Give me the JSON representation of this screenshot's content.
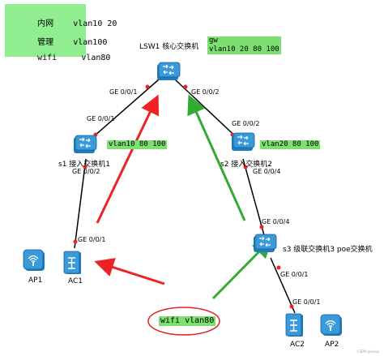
{
  "legend": {
    "rows": [
      {
        "name": "内网",
        "value": "vlan10 20"
      },
      {
        "name": "管理",
        "value": "vlan100"
      },
      {
        "name": "wifi",
        "value": "vlan80"
      }
    ]
  },
  "nodes": {
    "lsw1": {
      "label": "LSW1 核心交换机"
    },
    "s1": {
      "label": "s1 接入交换机1",
      "vlan_tag": "vlan10 80 100"
    },
    "s2": {
      "label": "s2 接入交换机2",
      "vlan_tag": "vlan20 80 100"
    },
    "s3": {
      "label": "s3 级联交换机3 poe交换机"
    },
    "ac1": {
      "label": "AC1"
    },
    "ac2": {
      "label": "AC2"
    },
    "ap1": {
      "label": "AP1"
    },
    "ap2": {
      "label": "AP2"
    }
  },
  "gw_tag": {
    "line1": "gw",
    "line2": "vlan10 20 80 100"
  },
  "ports": {
    "lsw1_left": "GE 0/0/1",
    "lsw1_right": "GE 0/0/2",
    "s1_up": "GE 0/0/1",
    "s1_down": "GE 0/0/2",
    "s2_up": "GE 0/0/2",
    "s2_down": "GE 0/0/4",
    "s3_up": "GE 0/0/4",
    "s3_down": "GE 0/0/1",
    "ac1_up": "GE 0/0/1",
    "ac2_up": "GE 0/0/1"
  },
  "wifi_bubble": "wifi vlan80",
  "watermark": "CSDN @sleep",
  "colors": {
    "legend_bg": "#90ee90",
    "tag_bg": "#7ddf6f",
    "red_arrow": "#ee2222",
    "green_arrow": "#33aa33",
    "device_blue": "#1f7bc0"
  }
}
